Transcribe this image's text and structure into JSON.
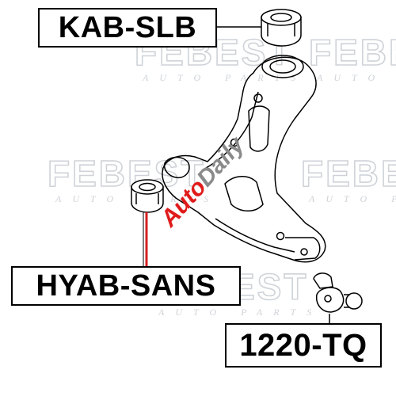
{
  "watermark": {
    "brand": "FEBEST",
    "tagline": "AUTO PARTS"
  },
  "seller_watermark": {
    "prefix": "Auto",
    "suffix": "Daily"
  },
  "parts": {
    "upper_bushing": "KAB-SLB",
    "front_bushing": "HYAB-SANS",
    "ball_joint": "1220-TQ"
  },
  "colors": {
    "line": "#000000",
    "watermark": "#cfd3d8",
    "seller_red": "#e01b1b",
    "seller_gray": "#8a8a8a",
    "leader_red": "#d62020"
  }
}
